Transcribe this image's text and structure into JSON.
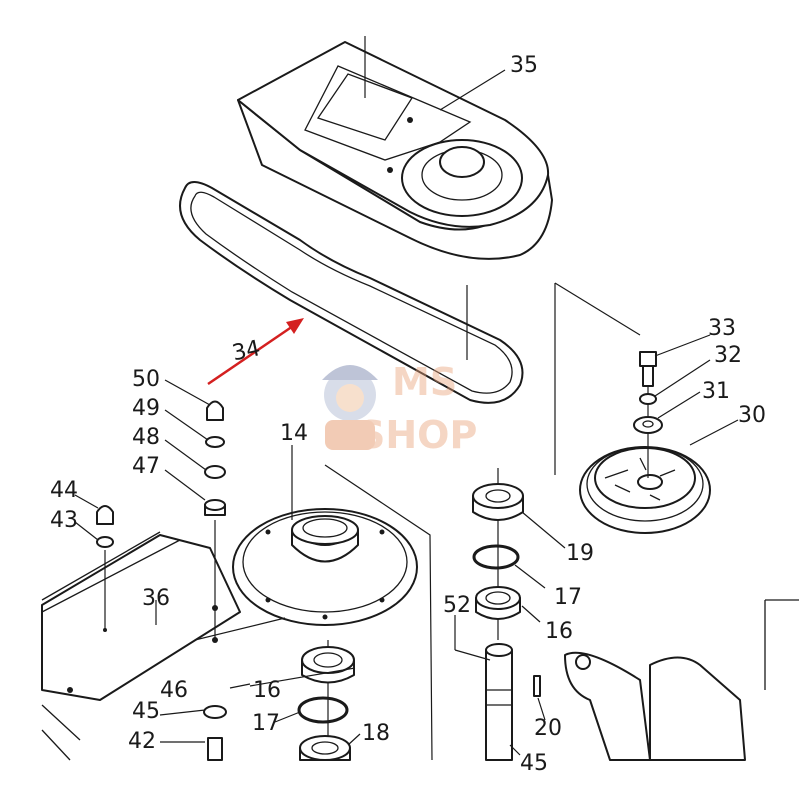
{
  "callouts": {
    "c35": "35",
    "c34": "34",
    "c33": "33",
    "c32": "32",
    "c31": "31",
    "c30": "30",
    "c50": "50",
    "c49": "49",
    "c48": "48",
    "c47": "47",
    "c14": "14",
    "c44": "44",
    "c43": "43",
    "c36": "36",
    "c19": "19",
    "c17a": "17",
    "c16a": "16",
    "c52": "52",
    "c16b": "16",
    "c46": "46",
    "c17b": "17",
    "c18": "18",
    "c45a": "45",
    "c42": "42",
    "c20": "20",
    "c45b": "45"
  },
  "watermark": {
    "line1": "MS",
    "line2": "SHOP"
  },
  "colors": {
    "arrow": "#d42020",
    "watermark": "#e8a27a",
    "line": "#1a1a1a"
  },
  "icons": {
    "arrow": "red-arrow-icon",
    "mascot": "mechanic-mascot-icon"
  }
}
